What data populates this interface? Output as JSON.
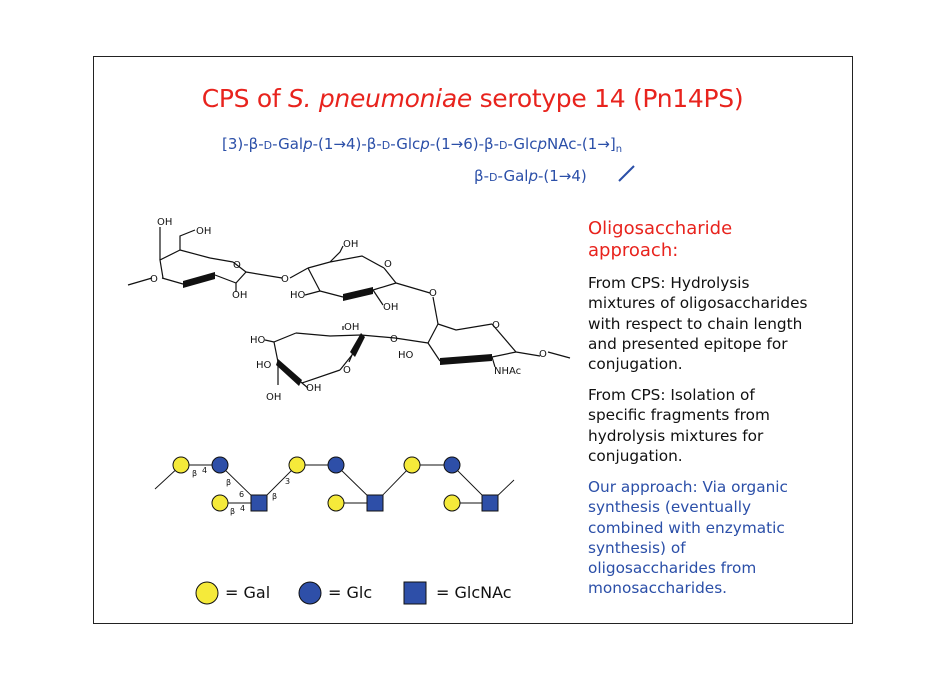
{
  "title": {
    "prefix": "CPS of ",
    "italic": "S. pneumoniae",
    "suffix": " serotype 14 (Pn14PS)"
  },
  "formula": {
    "line1": {
      "p1": "[3)-β-",
      "d1": "D",
      "p2": "-Gal",
      "i1": "p",
      "p3": "-(1→4)-β-",
      "d2": "D",
      "p4": "-Glc",
      "i2": "p",
      "p5": "-(1→6)-β-",
      "d3": "D",
      "p6": "-Glc",
      "i3": "p",
      "p7": "NAc-(1→]",
      "sub": "n"
    },
    "line2": {
      "p1": "β-",
      "d1": "D",
      "p2": "-Gal",
      "i1": "p",
      "p3": "-(1→4)"
    }
  },
  "molecule": {
    "labels": [
      "OH",
      "OH",
      "O",
      "O",
      "OH",
      "O",
      "OH",
      "HO",
      "O",
      "OH",
      "O",
      "HO",
      "OH",
      "O",
      "HO",
      "O",
      "O",
      "HO",
      "OH",
      "OH",
      "NHAc",
      "O"
    ]
  },
  "symbol_diagram": {
    "labels": [
      "β",
      "4",
      "β",
      "6",
      "β",
      "4",
      "3",
      "β"
    ]
  },
  "legend": {
    "gal": "= Gal",
    "glc": "= Glc",
    "glcnac": "= GlcNAc",
    "colors": {
      "gal": "#f5ea3a",
      "glc": "#2e4fa8",
      "glcnac": "#2e4fa8"
    }
  },
  "right_text": {
    "heading_line1": "Oligosaccharide",
    "heading_line2": "approach:",
    "para1": [
      "From CPS: Hydrolysis",
      "mixtures of oligosaccharides",
      "with respect to chain length",
      "and presented epitope for",
      "conjugation."
    ],
    "para2": [
      "From CPS: Isolation of",
      "specific fragments from",
      "hydrolysis mixtures for",
      "conjugation."
    ],
    "para3": [
      "Our approach: Via organic",
      "synthesis (eventually",
      "combined with enzymatic",
      "synthesis) of",
      "oligosaccharides from",
      "monosaccharides."
    ]
  }
}
